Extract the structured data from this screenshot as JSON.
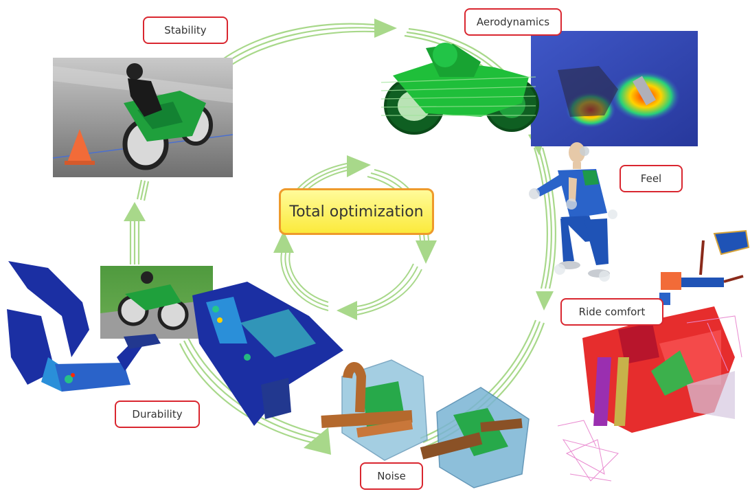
{
  "center": {
    "label": "Total optimization"
  },
  "steps": {
    "stability": "Stability",
    "aerodynamics": "Aerodynamics",
    "feel": "Feel",
    "ride_comfort": "Ride comfort",
    "noise": "Noise",
    "durability": "Durability"
  },
  "colors": {
    "label_border": "#d9262f",
    "arrow": "#a8d88a",
    "center_fill": "#fbea3c",
    "center_border": "#ee9a2b",
    "bike_green": "#1fa03c",
    "fea_blue": "#1b2fa3"
  },
  "icons": {
    "stability": "motorcycle-cornering-icon",
    "aerodynamics": "airflow-simulation-icon",
    "feel": "rider-mannequin-icon",
    "ride_comfort": "frame-model-icon",
    "noise": "muffler-icon",
    "durability": "frame-stress-icon"
  }
}
